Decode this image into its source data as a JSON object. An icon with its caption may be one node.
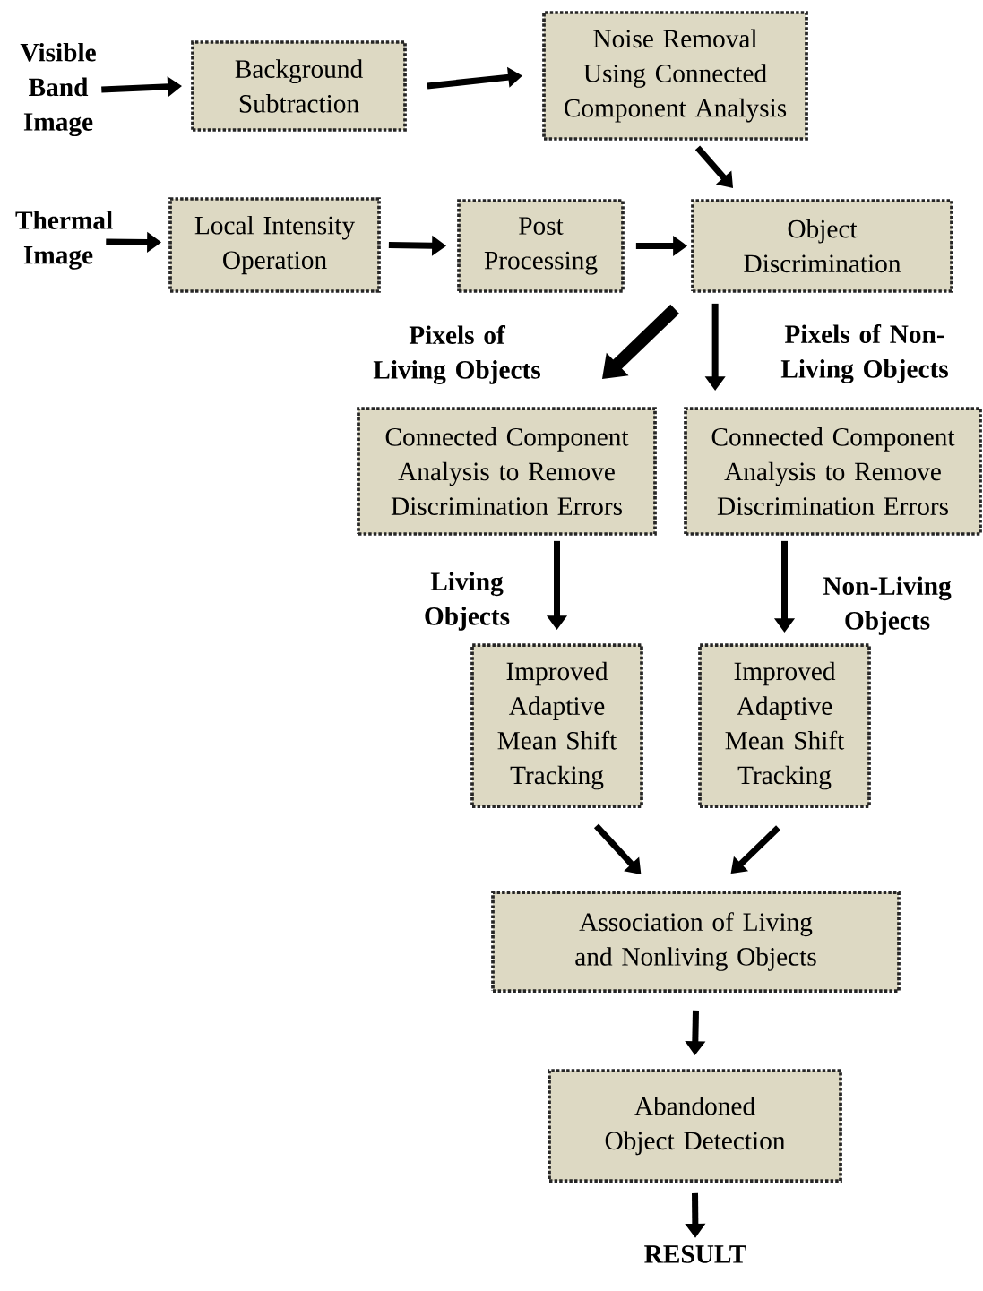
{
  "diagram": {
    "nodes": [
      {
        "text": [
          "Visible Band Image"
        ]
      },
      {
        "text": [
          "Background Subtraction"
        ]
      },
      {
        "text": [
          "Noise Removal Using Connected Component Analysis"
        ]
      },
      {
        "text": [
          "Thermal Image"
        ]
      },
      {
        "text": [
          "Local Intensity Operation"
        ]
      },
      {
        "text": [
          "Post Processing"
        ]
      },
      {
        "text": [
          "Object Discrimination"
        ]
      },
      {
        "text": [
          "Connected Component Analysis to Remove Discrimination Errors"
        ]
      },
      {
        "text": [
          "Connected Component Analysis to Remove Discrimination Errors"
        ]
      },
      {
        "text": [
          "Improved Adaptive Mean Shift Tracking"
        ]
      },
      {
        "text": [
          "Improved Adaptive Mean Shift Tracking"
        ]
      },
      {
        "text": [
          "Association of Living and Nonliving Objects"
        ]
      },
      {
        "text": [
          "Abandoned Object Detection"
        ]
      },
      {
        "text": [
          "RESULT"
        ]
      }
    ],
    "edges": [
      {
        "from": 0,
        "to": 1,
        "arrow": "to"
      },
      {
        "from": 1,
        "to": 2,
        "arrow": "to"
      },
      {
        "from": 2,
        "to": 6,
        "arrow": "to"
      },
      {
        "from": 3,
        "to": 4,
        "arrow": "to"
      },
      {
        "from": 4,
        "to": 5,
        "arrow": "to"
      },
      {
        "from": 5,
        "to": 6,
        "arrow": "to"
      },
      {
        "from": 6,
        "to": 7,
        "arrow": "to",
        "label": "Pixels of Living Objects",
        "style": "thick"
      },
      {
        "from": 6,
        "to": 8,
        "arrow": "to",
        "label": "Pixels of Non-Living Objects"
      },
      {
        "from": 7,
        "to": 9,
        "arrow": "to",
        "label": "Living Objects"
      },
      {
        "from": 8,
        "to": 10,
        "arrow": "to",
        "label": "Non-Living Objects"
      },
      {
        "from": 9,
        "to": 11,
        "arrow": "to"
      },
      {
        "from": 10,
        "to": 11,
        "arrow": "to"
      },
      {
        "from": 11,
        "to": 12,
        "arrow": "to"
      },
      {
        "from": 12,
        "to": 13,
        "arrow": "to"
      }
    ]
  }
}
